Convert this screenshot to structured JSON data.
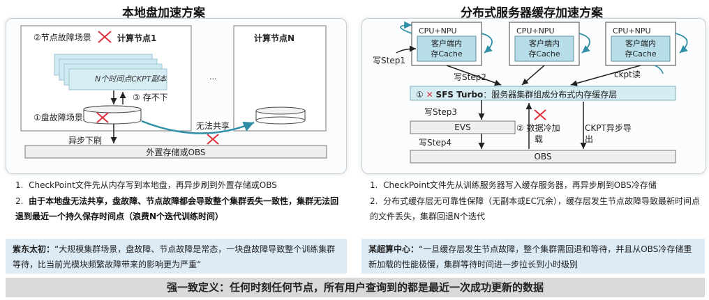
{
  "left": {
    "title": "本地盘加速方案",
    "node1_label": "计算节点1",
    "nodeN_label": "计算节点N",
    "scenario_node_fault": "②节点故障场景",
    "ckpt_copies": "N个时间点CKPT副本",
    "cannot_store": "③ 存不下",
    "ellipsis": "...",
    "scenario_disk_fault": "①盘故障场景",
    "cannot_share": "无法共享",
    "async_flush": "异步下刷",
    "external_storage": "外置存储或OBS",
    "notes": [
      "CheckPoint文件先从内存写到本地盘，再异步刷到外置存储或OBS",
      "由于本地盘无法共享，盘故障、节点故障都会导致整个集群丢失一致性，集群无法回退到最近一个持久保存时间点（浪费N个迭代训练时间）"
    ],
    "quote_speaker": "紫东太初：",
    "quote_text": "“大规模集群场景，盘故障、节点故障是常态，一块盘故障导致整个训练集群等待，比当前光模块频繁故障带来的影响更为严重“"
  },
  "right": {
    "title": "分布式服务器缓存加速方案",
    "cpu_label": "CPU+NPU",
    "cache_label_1": "客户端内",
    "cache_label_2": "存Cache",
    "write_step1": "写Step1",
    "write_step2": "写Step2",
    "ckpt_read": "ckpt读",
    "sfs_label": "① ✕ SFS Turbo：服务器集群组成分布式内存缓存层",
    "write_step3": "写Step3",
    "evs": "EVS",
    "data_cold_load_1": "② 数据冷加",
    "data_cold_load_2": "载",
    "ckpt_async_1": "CKPT异步导",
    "ckpt_async_2": "出",
    "write_step4": "写Step4",
    "obs": "OBS",
    "notes": [
      "CheckPoint文件先从训练服务器写入缓存服务器，再异步刷到OBS冷存储",
      "分布式缓存层无可靠性保障（无副本或EC冗余），缓存层发生节点故障导致最新时间点的文件丢失，集群回退N个迭代"
    ],
    "quote_speaker": "某超算中心：",
    "quote_text": "“一旦缓存层发生节点故障，整个集群需回退和等待，并且从OBS冷存储重新加载的性能极慢，集群等待时间进一步拉长到小时级别"
  },
  "footer": "强一致定义：任何时刻任何节点，所有用户查询到的都是最近一次成功更新的数据",
  "colors": {
    "accent_red": "#e0303b",
    "teal": "#3a9bb2",
    "quote_bg": "#ddebf7",
    "footer_bg": "#d9d9d9"
  }
}
